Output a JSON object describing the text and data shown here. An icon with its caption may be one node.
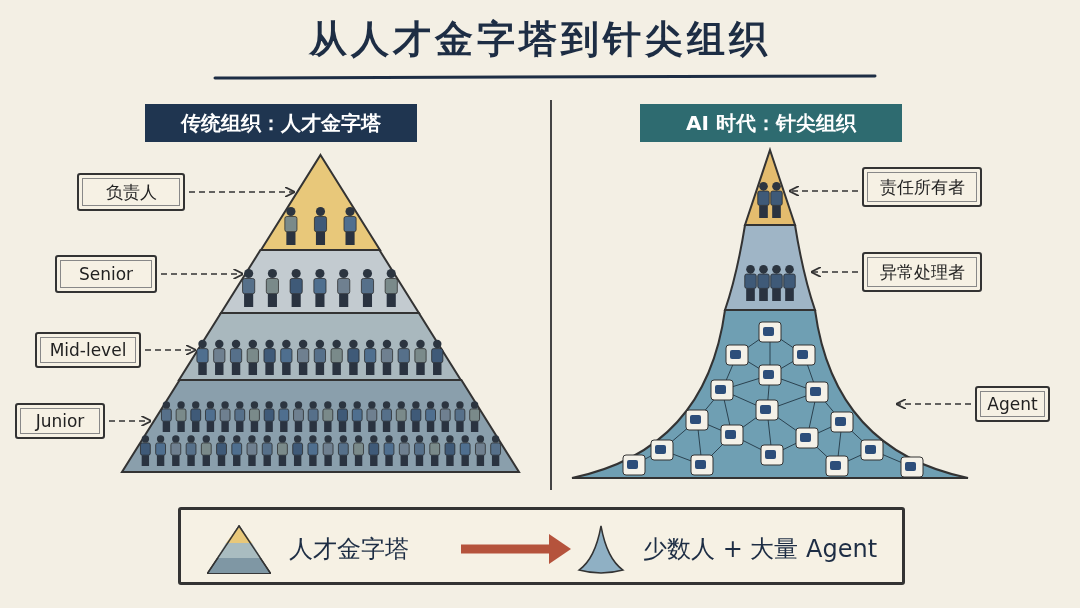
{
  "diagram": {
    "title": "从人才金字塔到针尖组织",
    "nodes": [
      {
        "text": [
          "负责人"
        ]
      },
      {
        "text": [],
        "shape": "triangle"
      },
      {
        "text": [
          "Senior"
        ]
      },
      {
        "text": [],
        "shape": "band"
      },
      {
        "text": [
          "Mid-level"
        ]
      },
      {
        "text": [],
        "shape": "band"
      },
      {
        "text": [
          "Junior"
        ]
      },
      {
        "text": [],
        "shape": "band"
      },
      {
        "text": [
          "责任所有者"
        ]
      },
      {
        "text": [],
        "shape": "cone"
      },
      {
        "text": [
          "异常处理者"
        ]
      },
      {
        "text": [],
        "shape": "band"
      },
      {
        "text": [
          "Agent"
        ]
      },
      {
        "text": [],
        "shape": "band"
      },
      {
        "text": [],
        "shape": "box"
      },
      {
        "text": [
          "人才金字塔"
        ],
        "in": 14
      },
      {
        "text": [
          "少数人 + 大量 Agent"
        ],
        "in": 14
      }
    ],
    "edges": [
      {
        "from": 0,
        "to": 1,
        "arrow": "to",
        "style": "dashed"
      },
      {
        "from": 2,
        "to": 3,
        "arrow": "to",
        "style": "dashed"
      },
      {
        "from": 4,
        "to": 5,
        "arrow": "to",
        "style": "dashed"
      },
      {
        "from": 6,
        "to": 7,
        "arrow": "to",
        "style": "dashed"
      },
      {
        "from": 8,
        "to": 9,
        "arrow": "to",
        "style": "dashed"
      },
      {
        "from": 10,
        "to": 11,
        "arrow": "to",
        "style": "dashed"
      },
      {
        "from": 12,
        "to": 13,
        "arrow": "to",
        "style": "dashed"
      },
      {
        "from": 15,
        "to": 16,
        "arrow": "to",
        "style": "thick",
        "color": "#b5533c"
      }
    ],
    "labels": [
      "传统组织：人才金字塔",
      "AI 时代：针尖组织"
    ]
  }
}
